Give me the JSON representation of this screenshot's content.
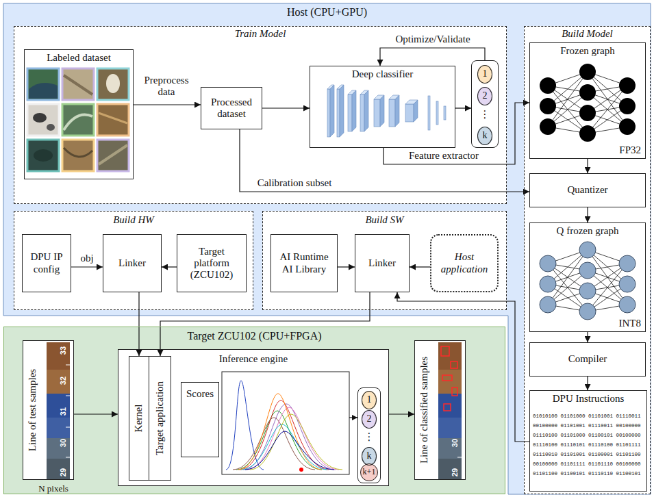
{
  "diagram": {
    "nodes": [
      {
        "text": [
          "Host (CPU+GPU)"
        ]
      },
      {
        "text": [
          "Train Model"
        ],
        "in": 0
      },
      {
        "text": [
          "Labeled dataset"
        ],
        "in": 1
      },
      {
        "text": [
          "Processed dataset"
        ],
        "in": 1
      },
      {
        "text": [
          "Deep classifier"
        ],
        "in": 1
      },
      {
        "text": [
          "⋮"
        ],
        "in": 1
      },
      {
        "text": [
          "1"
        ],
        "in": 5
      },
      {
        "text": [
          "2"
        ],
        "in": 5
      },
      {
        "text": [
          "k"
        ],
        "in": 5
      },
      {
        "text": [
          "Build Model"
        ],
        "in": 0
      },
      {
        "text": [
          "Frozen graph",
          "FP32"
        ],
        "in": 9
      },
      {
        "text": [
          "Quantizer"
        ],
        "in": 9
      },
      {
        "text": [
          "Q frozen graph",
          "INT8"
        ],
        "in": 9
      },
      {
        "text": [
          "Compiler"
        ],
        "in": 9
      },
      {
        "text": [
          "DPU Instructions",
          "01010100 01101000 01101001 01110011 00100000 01101001 01110011 00100000 01110100 01101000 01100101 00100000 01110100 01110101 01110100 01101111 01110010 01101001 01100001 01101100 00100000 01101111 01101110 00100000 01101100 01100101 01110110 01100101"
        ],
        "in": 9
      },
      {
        "text": [
          "Build HW"
        ],
        "in": 0
      },
      {
        "text": [
          "DPU IP config"
        ],
        "in": 15
      },
      {
        "text": [
          "Linker"
        ],
        "in": 15
      },
      {
        "text": [
          "Target platform (ZCU102)"
        ],
        "in": 15
      },
      {
        "text": [
          "Build SW"
        ],
        "in": 0
      },
      {
        "text": [
          "AI Runtime AI Library"
        ],
        "in": 19
      },
      {
        "text": [
          "Linker"
        ],
        "in": 19
      },
      {
        "text": [
          "Host application"
        ],
        "in": 19
      },
      {
        "text": [
          "Target ZCU102 (CPU+FPGA)"
        ]
      },
      {
        "text": [
          "Line of test samples"
        ],
        "in": 23
      },
      {
        "text": [
          "Inference engine"
        ],
        "in": 23
      },
      {
        "text": [
          "Kernel"
        ],
        "in": 25
      },
      {
        "text": [
          "Target application"
        ],
        "in": 25
      },
      {
        "text": [
          "Scores"
        ],
        "in": 25
      },
      {
        "text": [
          "⋮"
        ],
        "in": 25
      },
      {
        "text": [
          "1"
        ],
        "in": 29
      },
      {
        "text": [
          "2"
        ],
        "in": 29
      },
      {
        "text": [
          "k"
        ],
        "in": 29
      },
      {
        "text": [
          "k+1"
        ],
        "in": 29
      },
      {
        "text": [
          "Line of classified samples"
        ],
        "in": 23
      }
    ],
    "edges": [
      {
        "from": 2,
        "to": 3,
        "arrow": "to",
        "label": "Preprocess data"
      },
      {
        "from": 3,
        "to": 4,
        "arrow": "to"
      },
      {
        "from": 4,
        "to": 5,
        "arrow": "to"
      },
      {
        "from": 5,
        "to": 4,
        "arrow": "to",
        "label": "Optimize/Validate"
      },
      {
        "from": 4,
        "to": 10,
        "arrow": "to",
        "label": "Feature extractor"
      },
      {
        "from": 3,
        "to": 11,
        "arrow": "to",
        "label": "Calibration subset"
      },
      {
        "from": 10,
        "to": 11,
        "arrow": "to"
      },
      {
        "from": 11,
        "to": 12,
        "arrow": "to"
      },
      {
        "from": 12,
        "to": 13,
        "arrow": "to"
      },
      {
        "from": 13,
        "to": 14,
        "arrow": "to"
      },
      {
        "from": 14,
        "to": 21,
        "arrow": "to"
      },
      {
        "from": 16,
        "to": 17,
        "arrow": "to",
        "label": "obj"
      },
      {
        "from": 18,
        "to": 17,
        "arrow": "to"
      },
      {
        "from": 20,
        "to": 21,
        "arrow": "to"
      },
      {
        "from": 22,
        "to": 21,
        "arrow": "to"
      },
      {
        "from": 17,
        "to": 26,
        "arrow": "to"
      },
      {
        "from": 21,
        "to": 27,
        "arrow": "to"
      },
      {
        "from": 24,
        "to": 25,
        "arrow": "to"
      },
      {
        "from": 25,
        "to": 34,
        "arrow": "to"
      }
    ],
    "labels": [
      "33",
      "32",
      "31",
      "30",
      "29",
      "30",
      "29",
      "N pixels"
    ]
  }
}
